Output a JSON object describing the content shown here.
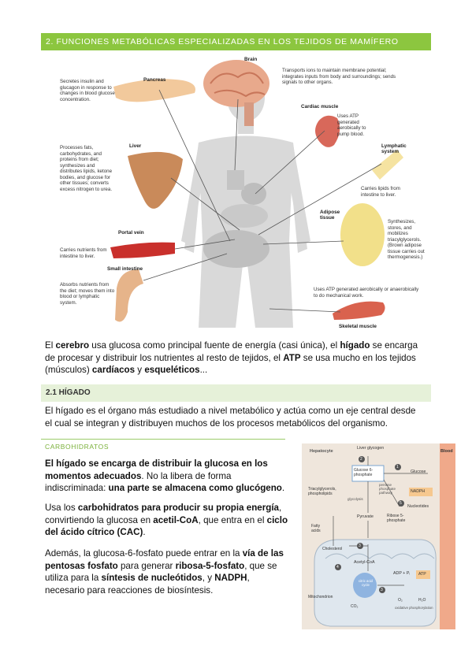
{
  "header": {
    "title": "2. FUNCIONES METABÓLICAS ESPECIALIZADAS EN LOS TEJIDOS DE MAMÍFERO"
  },
  "figure1": {
    "brain": {
      "title": "Brain",
      "desc": "Transports ions to maintain membrane potential; integrates inputs from body and surroundings; sends signals to other organs."
    },
    "pancreas": {
      "title": "Pancreas",
      "desc": "Secretes insulin and glucagon in response to changes in blood glucose concentration."
    },
    "cardiac": {
      "title": "Cardiac muscle",
      "desc": "Uses ATP generated aerobically to pump blood."
    },
    "liver": {
      "title": "Liver",
      "desc": "Processes fats, carbohydrates, and proteins from diet; synthesizes and distributes lipids, ketone bodies, and glucose for other tissues; converts excess nitrogen to urea."
    },
    "lymphatic": {
      "title": "Lymphatic system",
      "desc": "Carries lipids from intestine to liver."
    },
    "adipose": {
      "title": "Adipose tissue",
      "desc": "Synthesizes, stores, and mobilizes triacylglycerols. (Brown adipose tissue carries out thermogenesis.)"
    },
    "portal": {
      "title": "Portal vein",
      "desc": "Carries nutrients from intestine to liver."
    },
    "intestine": {
      "title": "Small intestine",
      "desc": "Absorbs nutrients from the diet; moves them into blood or lymphatic system."
    },
    "skeletal": {
      "title": "Skeletal muscle",
      "desc": "Uses ATP generated aerobically or anaerobically to do mechanical work."
    }
  },
  "para1": {
    "t1": "El ",
    "b1": "cerebro",
    "t2": " usa glucosa como principal fuente de energía (casi única), el ",
    "b2": "hígado",
    "t3": " se encarga de procesar y distribuir los nutrientes al resto de tejidos, el ",
    "b3": "ATP",
    "t4": " se usa mucho en los tejidos (músculos) ",
    "b4": "cardíacos",
    "t5": " y ",
    "b5": "esqueléticos",
    "t6": "..."
  },
  "section": {
    "title": "2.1 HÍGADO"
  },
  "para2": {
    "text": "El hígado es el órgano más estudiado a nivel metabólico y actúa como un eje central desde el cual se integran y distribuyen muchos de los procesos metabólicos del organismo."
  },
  "carbo": {
    "title": "CARBOHIDRATOS",
    "p1": {
      "b1": "El hígado se encarga de distribuir la glucosa en los momentos adecuados",
      "t1": ". No la libera de forma indiscriminada: ",
      "b2": "una parte se almacena como glucógeno",
      "t2": "."
    },
    "p2": {
      "t1": "Usa los ",
      "b1": "carbohidratos para producir su propia energía",
      "t2": ", convirtiendo la glucosa en ",
      "b2": "acetil-CoA",
      "t3": ", que entra en el ",
      "b3": "ciclo del ácido cítrico (CAC)",
      "t4": "."
    },
    "p3": {
      "t1": "Además, la glucosa-6-fosfato puede entrar en la ",
      "b1": "vía de las pentosas fosfato",
      "t2": " para generar ",
      "b2": "ribosa-5-fosfato",
      "t3": ", que se utiliza para la ",
      "b3": "síntesis de nucleótidos",
      "t4": ", y ",
      "b4": "NADPH",
      "t5": ", necesario para reacciones de biosíntesis."
    }
  },
  "figure2": {
    "hepatocyte": "Hepatocyte",
    "blood": "Blood",
    "glycogen": "Liver glycogen",
    "g6p": "Glucose 6-phosphate",
    "glucose": "Glucose",
    "pentose": "pentose phosphate pathway",
    "nadph": "NADPH",
    "tag": "Triacylglycerols, phospholipids",
    "glycolysis": "glycolysis",
    "nucleotides": "Nucleotides",
    "pyruvate": "Pyruvate",
    "ribose": "Ribose 5-phosphate",
    "fatty": "Fatty acids",
    "cholesterol": "Cholesterol",
    "acetyl": "Acetyl-CoA",
    "adp": "ADP + Pᵢ",
    "atp": "ATP",
    "citric": "citric acid cycle",
    "co2": "CO₂",
    "o2": "O₂",
    "h2o": "H₂O",
    "oxphos": "oxidative phosphorylation",
    "mito": "Mitochondrion",
    "n1": "1",
    "n2": "2",
    "n3": "3",
    "n4": "4",
    "n5": "5"
  }
}
